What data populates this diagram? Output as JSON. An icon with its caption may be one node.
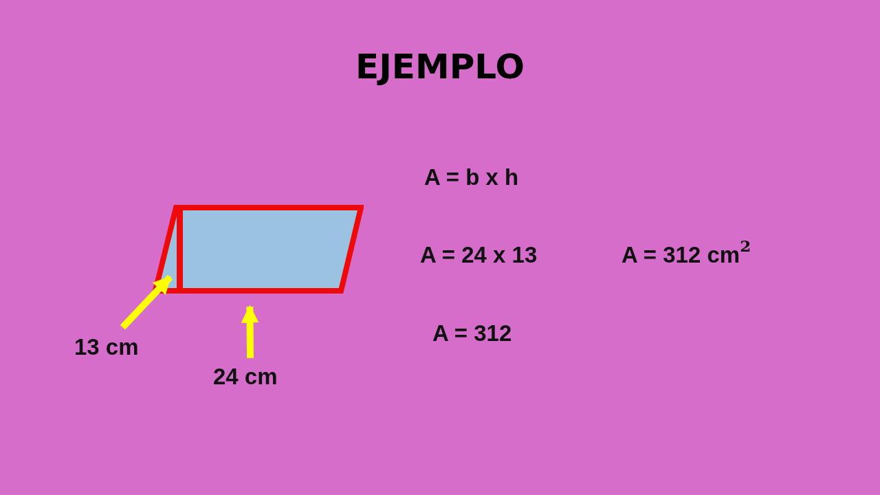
{
  "diagram": {
    "title": "EJEMPLO",
    "nodes": [
      {
        "text": [
          "13 cm"
        ]
      },
      {
        "text": [
          "24 cm"
        ]
      },
      {
        "text": [],
        "shape": "parallelogram"
      },
      {
        "text": [],
        "shape": "line",
        "in": 2
      }
    ],
    "edges": [
      {
        "from": 0,
        "to": 3,
        "arrow": "to"
      },
      {
        "from": 1,
        "to": 2,
        "arrow": "to"
      }
    ],
    "labels": [
      "A = b x h",
      "A = 24 x 13",
      "A = 312 cm$^{2}$",
      "A = 312"
    ]
  }
}
